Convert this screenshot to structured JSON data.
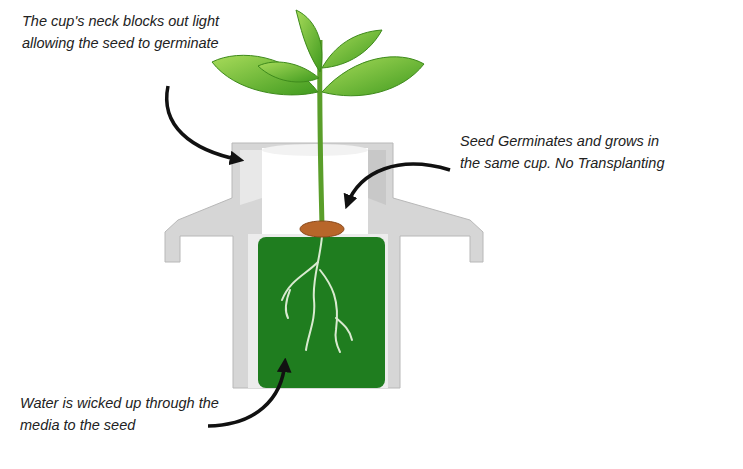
{
  "diagram": {
    "labels": [
      "The cup's neck blocks out light allowing the seed to germinate",
      "Seed Germinates and grows in the same cup. No Transplanting",
      "Water is wicked up through the media to the seed"
    ]
  }
}
